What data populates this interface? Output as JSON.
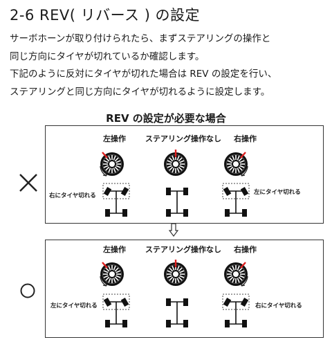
{
  "heading": "2-6  REV( リバース ) の設定",
  "body_lines": [
    "サーボホーンが取り付けられたら、まずステアリングの操作と",
    "同じ方向にタイヤが切れているか確認します。",
    "下記のように反対にタイヤが切れた場合は REV の設定を行い、",
    "ステアリングと同じ方向にタイヤが切れるように設定します。"
  ],
  "diagram": {
    "title": "REV の設定が必要な場合",
    "wrong_panel": {
      "mark": "×",
      "left_label": "左操作",
      "center_label": "ステアリング操作なし",
      "right_label": "右操作",
      "left_tire_label": "右にタイヤ切れる",
      "right_tire_label": "左にタイヤ切れる"
    },
    "correct_panel": {
      "mark": "○",
      "left_label": "左操作",
      "center_label": "ステアリング操作なし",
      "right_label": "右操作",
      "left_tire_label": "左にタイヤ切れる",
      "right_tire_label": "右にタイヤ切れる"
    }
  },
  "colors": {
    "accent_red": "#e02020",
    "wheel": "#111111",
    "text": "#1a1a1a"
  }
}
